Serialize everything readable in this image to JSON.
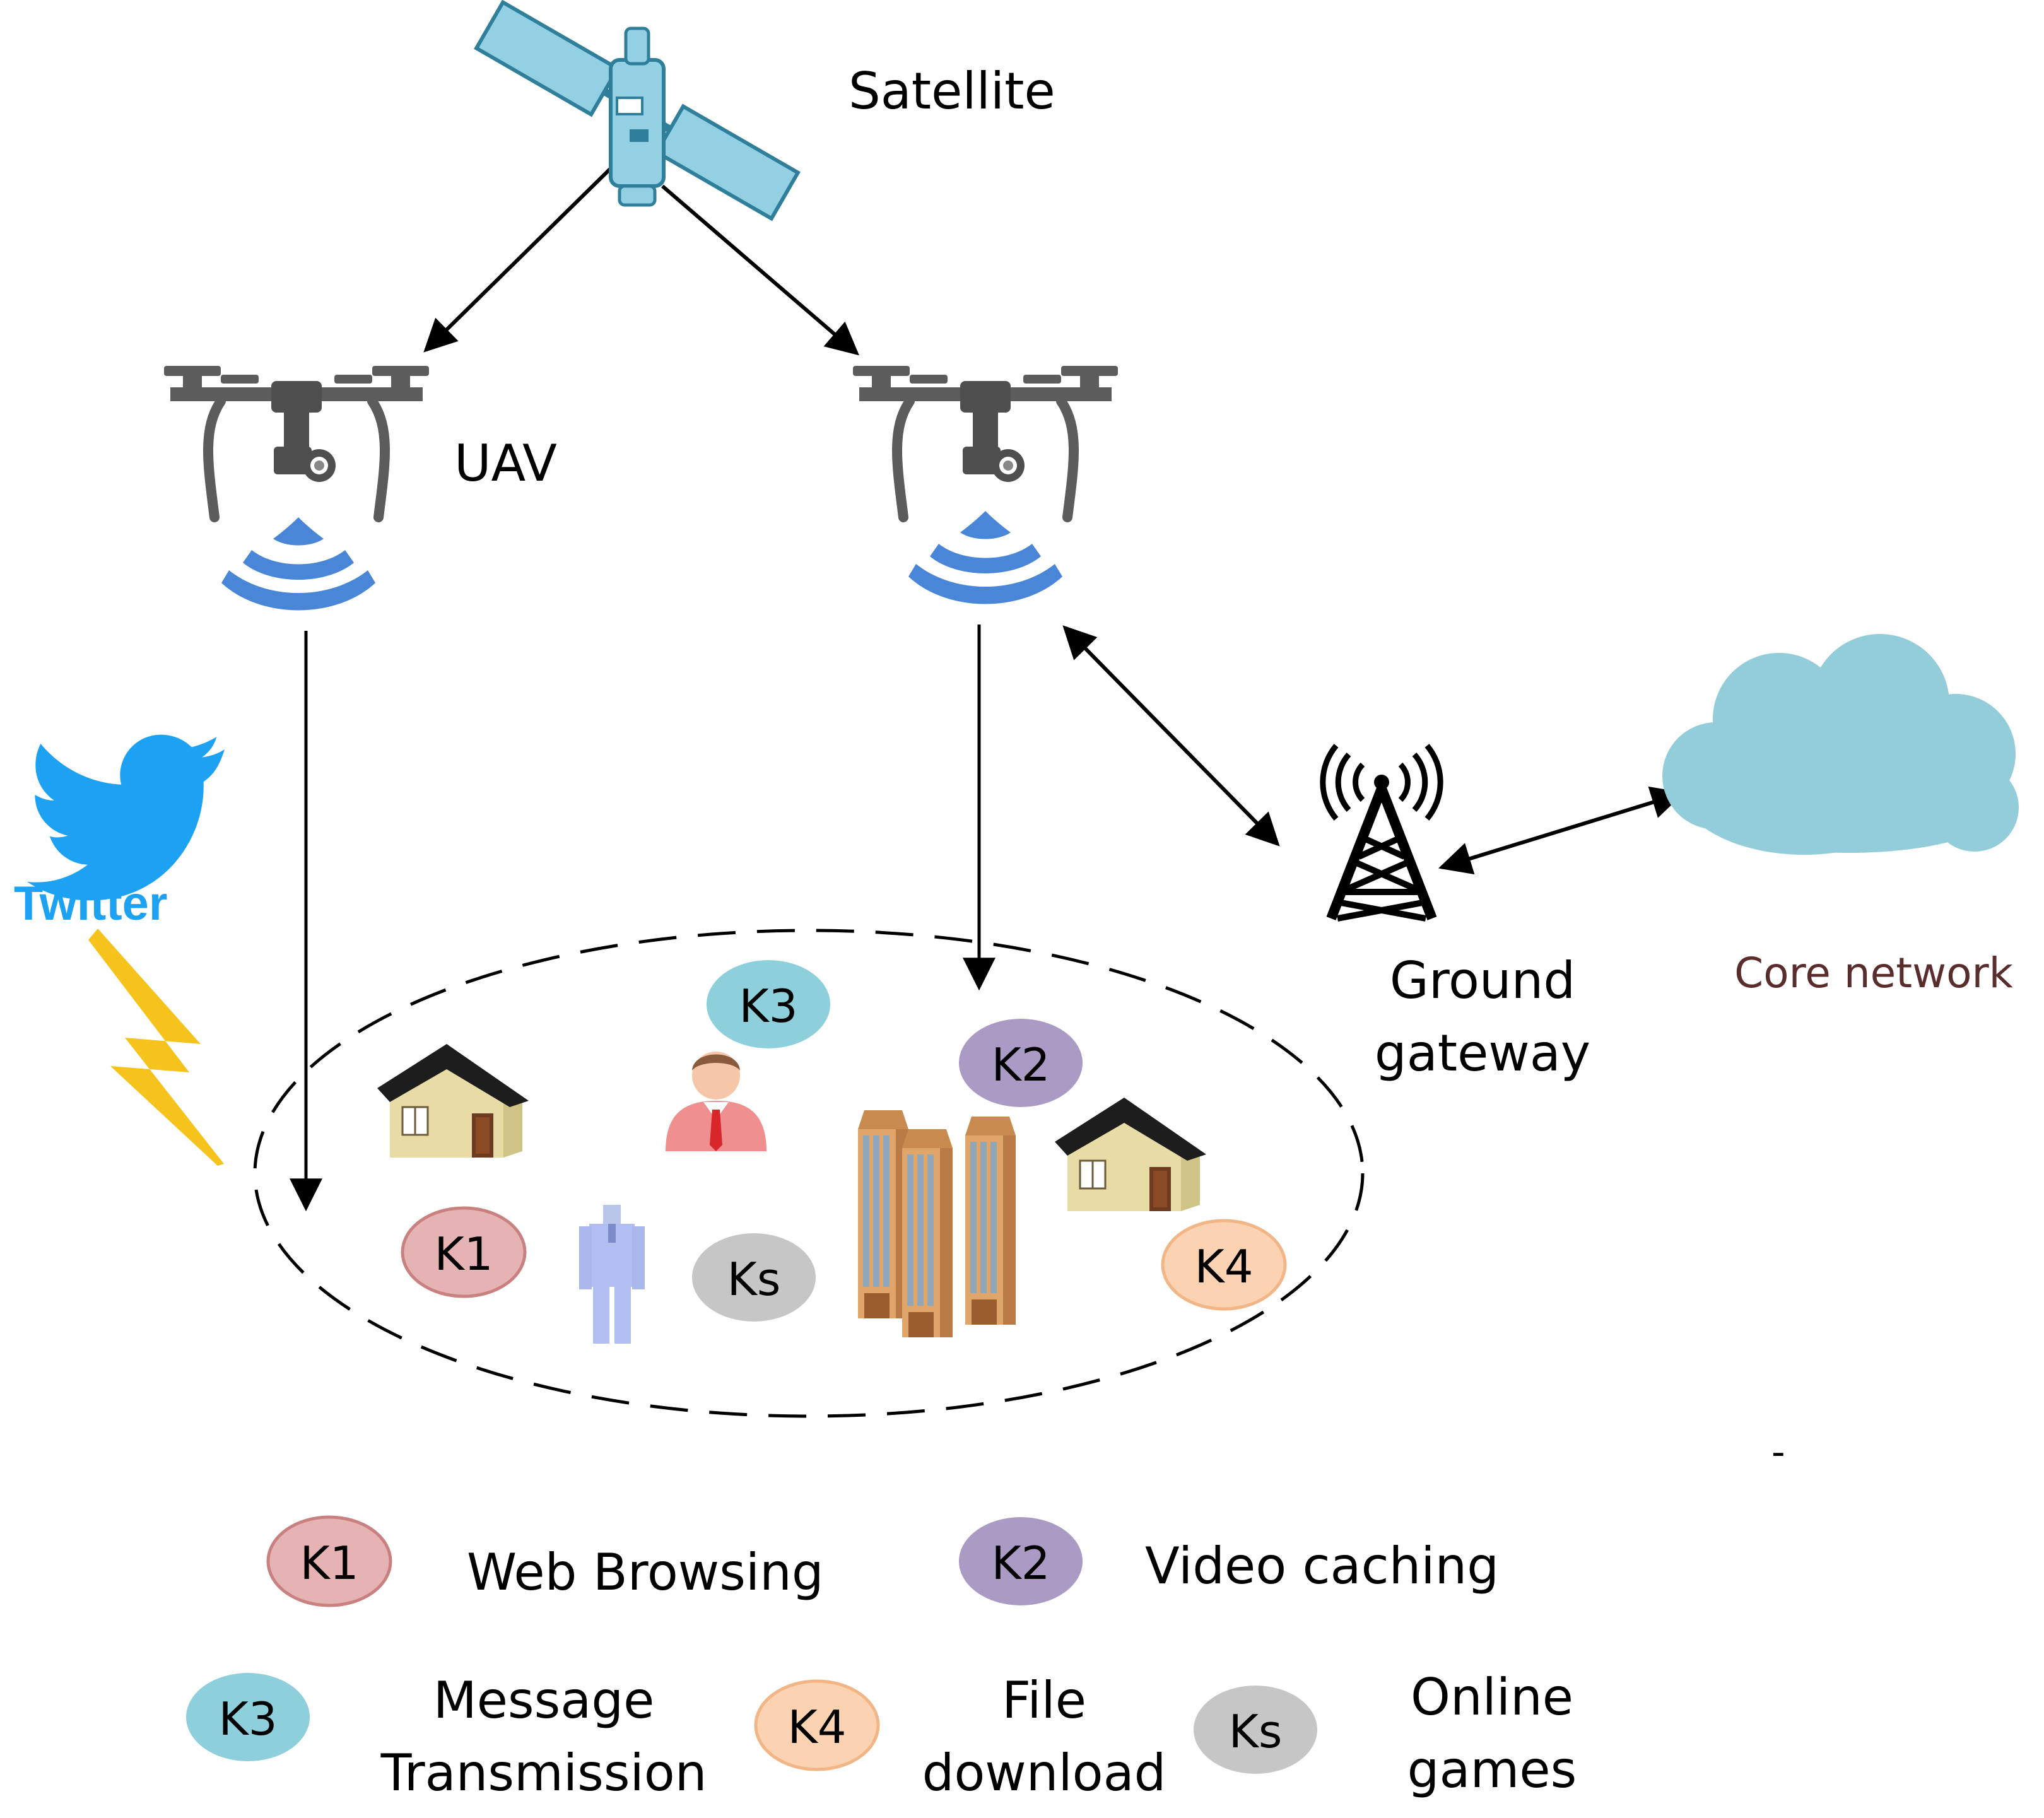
{
  "labels": {
    "satellite": "Satellite",
    "uav": "UAV",
    "twitter": "Twitter",
    "ground_gateway_line1": "Ground",
    "ground_gateway_line2": "gateway",
    "core_network": "Core network",
    "dash_mark": "-"
  },
  "service_tags": {
    "k1": "K1",
    "k2": "K2",
    "k3": "K3",
    "k4": "K4",
    "ks": "Ks"
  },
  "legend": {
    "k1": {
      "tag": "K1",
      "text_line1": "Web Browsing"
    },
    "k2": {
      "tag": "K2",
      "text_line1": "Video caching"
    },
    "k3": {
      "tag": "K3",
      "text_line1": "Message",
      "text_line2": "Transmission"
    },
    "k4": {
      "tag": "K4",
      "text_line1": "File",
      "text_line2": "download"
    },
    "ks": {
      "tag": "Ks",
      "text_line1": "Online",
      "text_line2": "games"
    }
  },
  "colors": {
    "k1": "#e5b3b3",
    "k1_stroke": "#c98080",
    "k2": "#a99bc4",
    "k3": "#8ecfdc",
    "k4": "#fbd3b2",
    "k4_stroke": "#f2b585",
    "ks": "#c6c6c6",
    "cloud": "#93cdd9",
    "wifi": "#4a86d8",
    "twitter_blue": "#1da1f2",
    "lightning": "#f6c21c",
    "drone": "#555555",
    "core_network_text": "#5a2d2d"
  },
  "icons": [
    "satellite-icon",
    "drone-icon",
    "wifi-signal-icon",
    "twitter-bird-icon",
    "lightning-icon",
    "cell-tower-icon",
    "cloud-icon",
    "house-icon",
    "user-icon",
    "building-icon"
  ]
}
